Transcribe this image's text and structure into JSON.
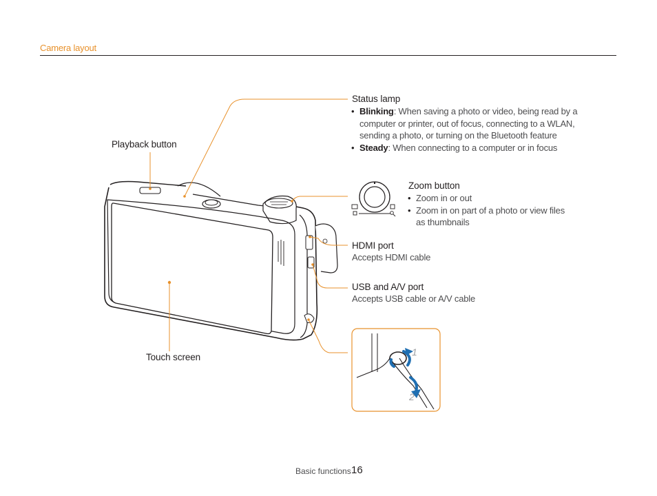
{
  "header": {
    "section_title": "Camera layout"
  },
  "callouts": {
    "playback": {
      "label": "Playback button"
    },
    "status_lamp": {
      "label": "Status lamp",
      "items": [
        {
          "term": "Blinking",
          "text": ": When saving a photo or video, being read by a computer or printer, out of focus, connecting to a WLAN, sending a photo, or turning on the Bluetooth feature"
        },
        {
          "term": "Steady",
          "text": ": When connecting to a computer or in focus"
        }
      ]
    },
    "zoom": {
      "label": "Zoom button",
      "items": [
        {
          "text": "Zoom in or out"
        },
        {
          "text": "Zoom in on part of a photo or view files as thumbnails"
        }
      ]
    },
    "hdmi": {
      "label": "HDMI port",
      "desc": "Accepts HDMI cable"
    },
    "usb": {
      "label": "USB and A/V port",
      "desc": "Accepts USB cable or A/V cable"
    },
    "touch": {
      "label": "Touch screen"
    }
  },
  "strap_steps": {
    "step1": "1",
    "step2": "2"
  },
  "footer": {
    "section": "Basic functions",
    "page": "16"
  },
  "colors": {
    "accent": "#e8912b",
    "text": "#231f20",
    "blue": "#1f6fb2"
  }
}
